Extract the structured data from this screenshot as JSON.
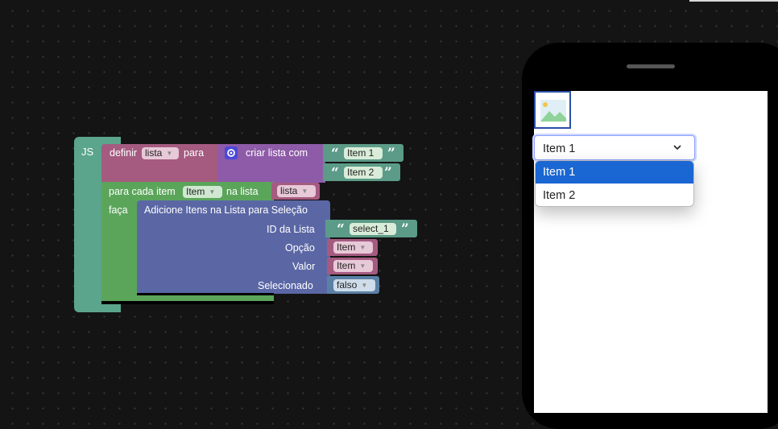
{
  "blocks": {
    "js_label": "JS",
    "define": {
      "kw": "definir",
      "var": "lista",
      "to": "para"
    },
    "create_list": {
      "label": "criar lista com",
      "items": [
        "Item 1",
        "Item 2"
      ]
    },
    "foreach": {
      "label": "para cada item",
      "var": "Item",
      "in_list": "na lista",
      "list_var": "lista",
      "do": "faça"
    },
    "add_items": {
      "title": "Adicione Itens na Lista para Seleção",
      "id_label": "ID da Lista",
      "id_value": "select_1",
      "option_label": "Opção",
      "option_value": "Item",
      "value_label": "Valor",
      "value_value": "Item",
      "selected_label": "Selecionado",
      "selected_value": "falso"
    },
    "colors": {
      "green": "#5ba55b",
      "teal": "#5b9b87",
      "pink": "#a55b80",
      "purple": "#8e5ba8",
      "indigo": "#5b67a5",
      "text_green": "#5ba58c"
    }
  },
  "preview": {
    "select_value": "Item 1",
    "options": [
      "Item 1",
      "Item 2"
    ],
    "selected_index": 0,
    "icon": "image-placeholder-icon"
  }
}
